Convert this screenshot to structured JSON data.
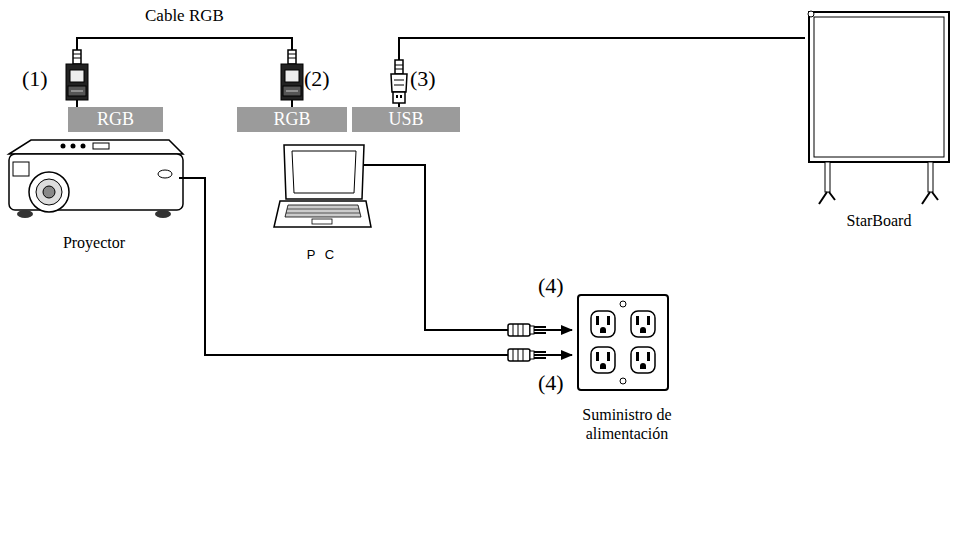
{
  "diagram": {
    "nodes": [
      {
        "text": [
          "RGB"
        ]
      },
      {
        "text": [
          "RGB"
        ]
      },
      {
        "text": [
          "USB"
        ]
      },
      {
        "text": [
          "Proyector"
        ]
      },
      {
        "text": [
          "P C"
        ]
      },
      {
        "text": [
          "StarBoard"
        ]
      },
      {
        "text": [
          "Suministro de alimentación"
        ]
      }
    ],
    "edges": [
      {
        "from": 0,
        "to": 1,
        "label": "Cable RGB",
        "arrow": "none"
      },
      {
        "from": 2,
        "to": 5,
        "arrow": "none"
      },
      {
        "from": 3,
        "to": 6,
        "arrow": "to"
      },
      {
        "from": 4,
        "to": 6,
        "arrow": "to"
      }
    ],
    "labels": [
      "(1)",
      "(2)",
      "(3)",
      "(4)",
      "(4)"
    ]
  }
}
